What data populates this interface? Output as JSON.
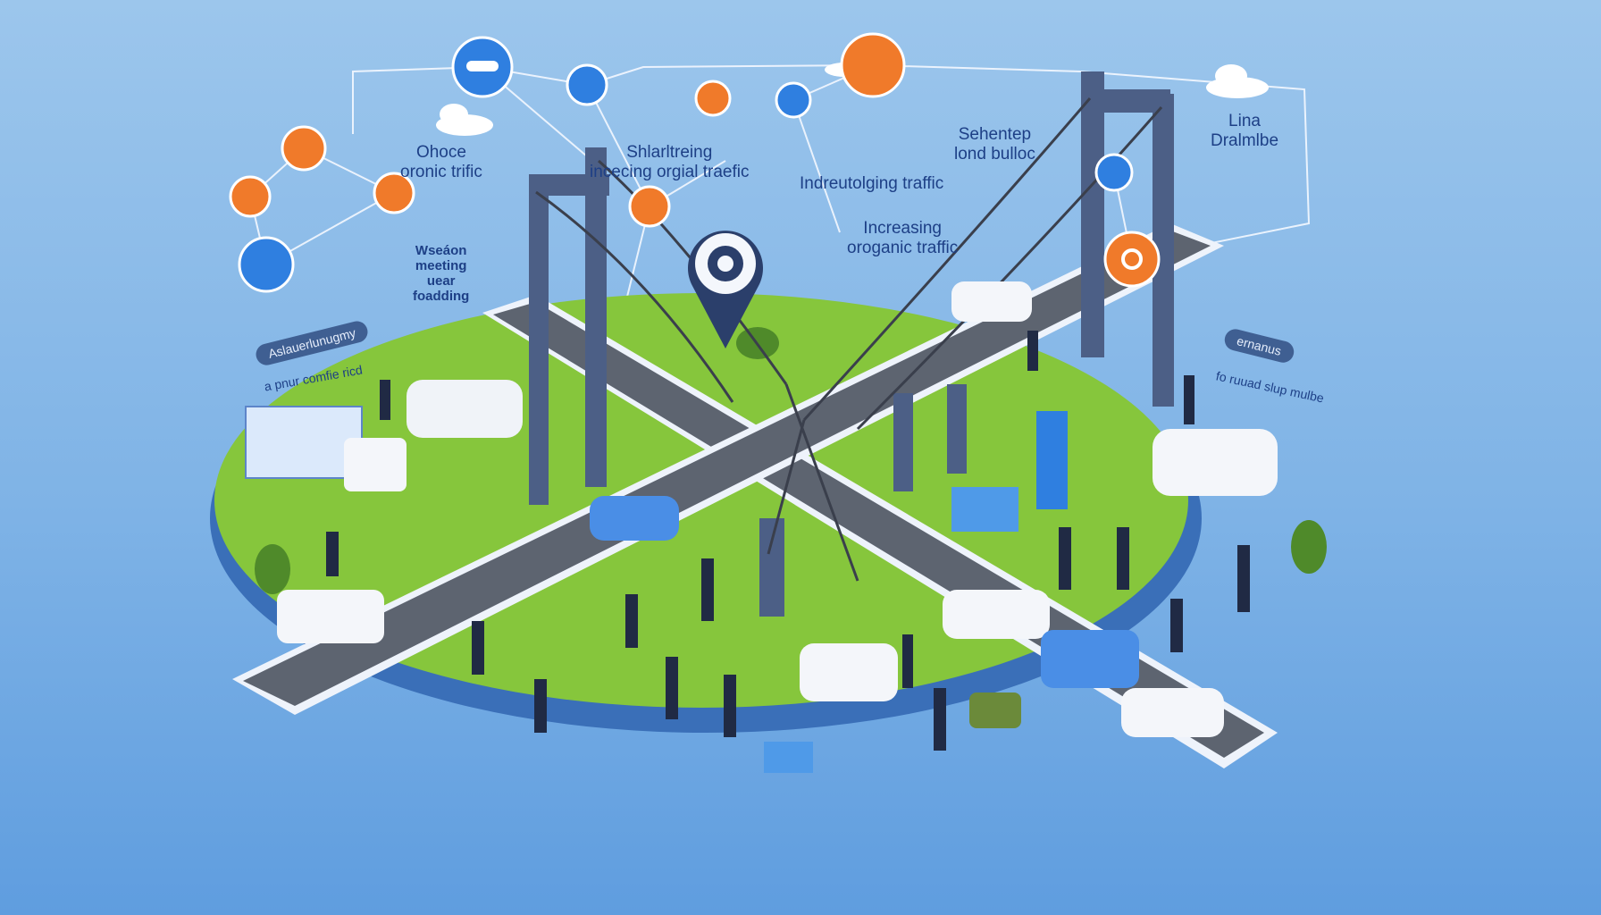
{
  "labels": {
    "top_left": [
      "Ohoce",
      "oronic trific"
    ],
    "top_center": [
      "Shlarltreing",
      "incecing orgial traefic"
    ],
    "center_right": "Indreutolging traffic",
    "center": [
      "Increasing",
      "oroganic traffic"
    ],
    "top_right": [
      "Sehentep",
      "lond bulloc"
    ],
    "far_right": [
      "Lina",
      "Dralmlbe"
    ],
    "left_small": [
      "Wseáon",
      "meeting",
      "uear",
      "foadding"
    ],
    "left_banner": "Aslauerlunugmy",
    "left_sub": "a pnur comfie ricd",
    "right_banner": "ernanus",
    "right_sub": "fo ruuad slup mulbe"
  },
  "colors": {
    "sky": "#8fbde9",
    "grass": "#86c63c",
    "road": "#5d6470",
    "tower": "#4c5f86",
    "icon_blue": "#2f7fe0",
    "icon_orange": "#f07a2a"
  },
  "icons": {
    "blue": [
      "wrench-icon",
      "car-icon",
      "link-icon",
      "route-icon",
      "plane-icon"
    ],
    "orange": [
      "toolbox-icon",
      "document-icon",
      "target-icon",
      "hand-icon",
      "chart-icon",
      "link-icon",
      "gear-icon"
    ],
    "center_pin": "gear-pin-icon"
  }
}
